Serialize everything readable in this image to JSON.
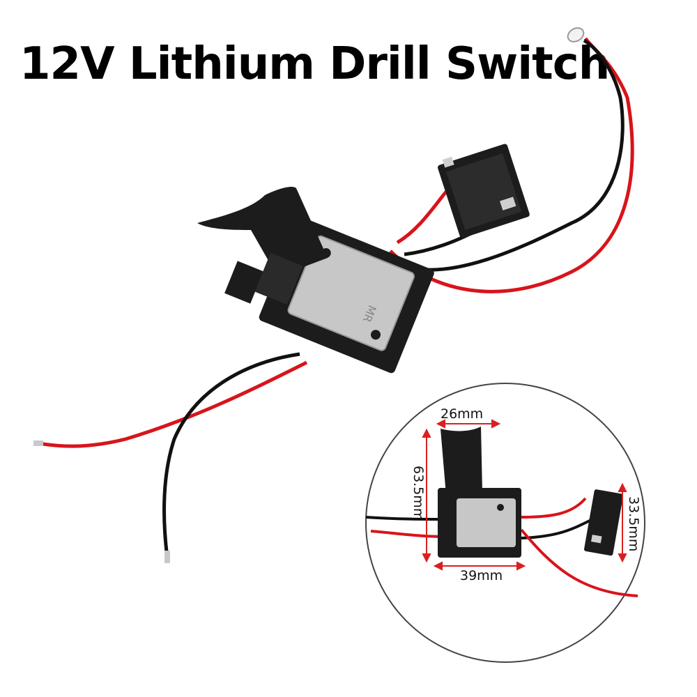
{
  "title": "12V Lithium Drill Switch",
  "dimensions": {
    "width_label": "26mm",
    "height_label": "63.5mm",
    "length_label": "39mm",
    "plate_label": "33.5mm"
  },
  "colors": {
    "wire_red": "#d8141b",
    "wire_black": "#111111",
    "body": "#1c1c1c",
    "plate": "#c9c9c9",
    "arrow": "#d82020"
  }
}
